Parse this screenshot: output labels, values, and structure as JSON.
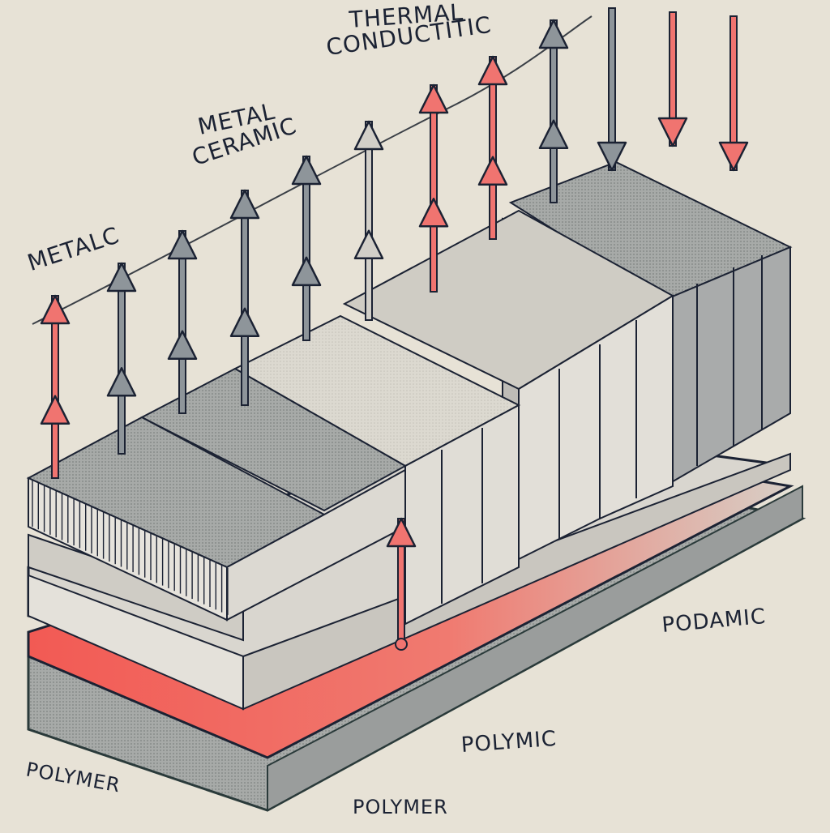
{
  "diagram": {
    "title": "Thermal conductivity of layered materials",
    "colors": {
      "background": "#e7e2d6",
      "hot_arrow": "#f07470",
      "cool_arrow": "#8e959a",
      "light_arrow": "#d2cfc8",
      "heat_layer": "#f2645c",
      "outline": "#1b2233"
    },
    "labels": {
      "top": "THERMAL\nCONDUCTITIC",
      "top_line1": "THERMAL",
      "top_line2": "CONDUCTITIC",
      "mid_line1": "METAL",
      "mid_line2": "CERAMIC",
      "left": "METALC",
      "right": "PODAMIC",
      "right_lower": "POLYMIC",
      "bottom_left": "POLYMER",
      "bottom_center": "POLYMER"
    },
    "layers": [
      {
        "name": "Metal block (textured)",
        "tone": "gray"
      },
      {
        "name": "Ceramic block (light)",
        "tone": "light"
      },
      {
        "name": "Finned block (mid)",
        "tone": "gray"
      },
      {
        "name": "Finned block (right)",
        "tone": "gray"
      },
      {
        "name": "Plate 1",
        "tone": "light"
      },
      {
        "name": "Plate 2",
        "tone": "light"
      },
      {
        "name": "Heat layer",
        "tone": "red"
      },
      {
        "name": "Polymer base",
        "tone": "gray"
      }
    ],
    "arrows": [
      {
        "kind": "double",
        "color": "hot"
      },
      {
        "kind": "double",
        "color": "cool"
      },
      {
        "kind": "double",
        "color": "cool"
      },
      {
        "kind": "double",
        "color": "cool"
      },
      {
        "kind": "double",
        "color": "cool"
      },
      {
        "kind": "double",
        "color": "light"
      },
      {
        "kind": "double",
        "color": "hot"
      },
      {
        "kind": "double",
        "color": "hot"
      },
      {
        "kind": "double",
        "color": "cool"
      },
      {
        "kind": "down",
        "color": "cool"
      },
      {
        "kind": "down",
        "color": "hot"
      },
      {
        "kind": "down",
        "color": "hot"
      },
      {
        "kind": "up",
        "color": "hot"
      }
    ]
  }
}
